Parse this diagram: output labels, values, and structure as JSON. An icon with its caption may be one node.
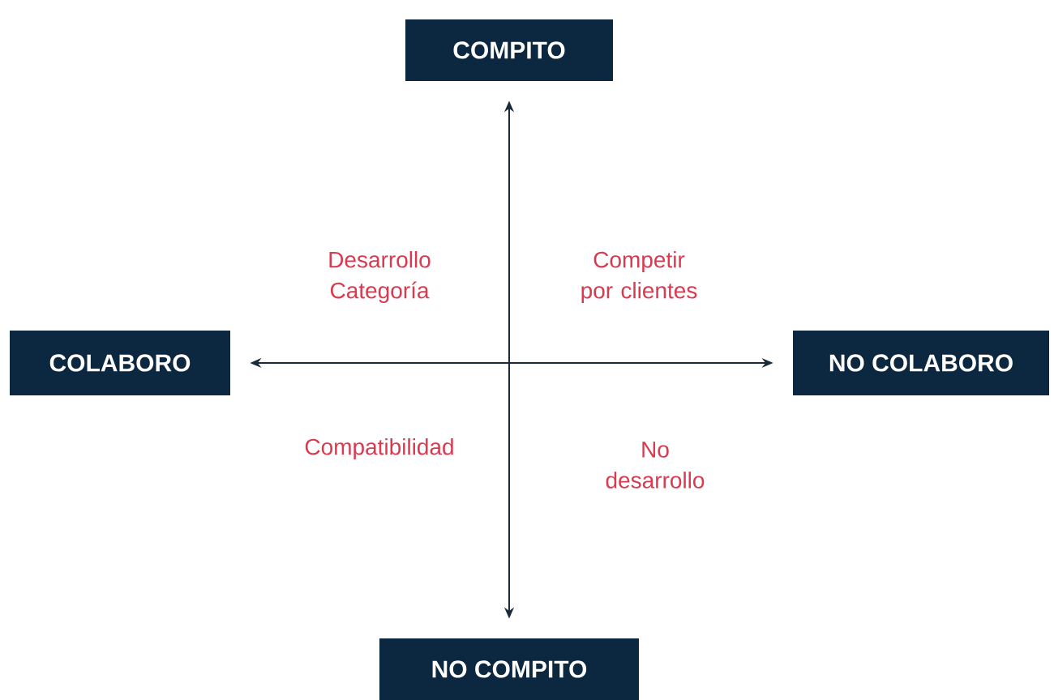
{
  "diagram": {
    "nodes": [
      {
        "text": [
          "COMPITO"
        ]
      },
      {
        "text": [
          "COLABORO"
        ]
      },
      {
        "text": [
          "NO COLABORO"
        ]
      },
      {
        "text": [
          "NO COMPITO"
        ]
      }
    ],
    "edges": [
      {
        "from": 0,
        "to": 3,
        "arrow": "both"
      },
      {
        "from": 1,
        "to": 2,
        "arrow": "both"
      }
    ],
    "labels": [
      "Desarrollo Categoría",
      "Competir por clientes",
      "Compatibilidad",
      "No desarrollo"
    ]
  }
}
